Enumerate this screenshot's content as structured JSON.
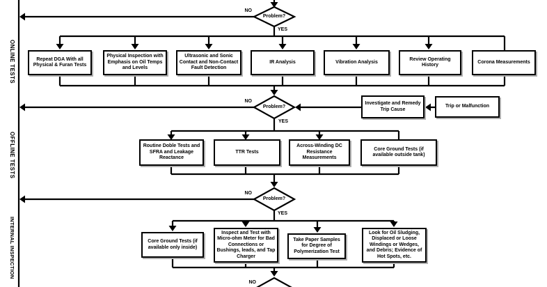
{
  "diagram": {
    "sections": [
      {
        "label": "ONLINE TESTS"
      },
      {
        "label": "OFFLINE TESTS"
      },
      {
        "label": "INTERNAL INSPECTION"
      }
    ],
    "decisions": [
      {
        "question": "Problem?",
        "no_label": "NO",
        "yes_label": "YES"
      },
      {
        "question": "Problem?",
        "no_label": "NO",
        "yes_label": "YES"
      },
      {
        "question": "Problem?",
        "no_label": "NO",
        "yes_label": "YES"
      },
      {
        "no_label": "NO"
      }
    ],
    "online_tests": [
      "Repeat DGA With all Physical & Furan Tests",
      "Physical Inspection with Emphasis on Oil Temps and Levels",
      "Ultrasonic and Sonic Contact and Non-Contact Fault Detection",
      "IR Analysis",
      "Vibration Analysis",
      "Review Operating History",
      "Corona Measurements"
    ],
    "trip_branch": [
      "Investigate and Remedy Trip Cause",
      "Trip or Malfunction"
    ],
    "offline_tests": [
      "Routine Doble Tests and SFRA and Leakage Reactance",
      "TTR Tests",
      "Across-Winding DC Resistance Measurements",
      "Core Ground Tests (if available outside tank)"
    ],
    "internal_inspection": [
      "Core Ground Tests (if available only inside)",
      "Inspect and Test with Micro-ohm Meter for Bad Connections or Bushings, leads, and Tap Charger",
      "Take Paper Samples for Degree of Polymerization Test",
      "Look for Oil Sludging, Displaced or Loose Windings or Wedges, and Debris; Evidence of Hot Spots, etc."
    ],
    "colors": {
      "line": "#000000",
      "background": "#ffffff",
      "box_shadow": "#b0b0b0"
    }
  }
}
